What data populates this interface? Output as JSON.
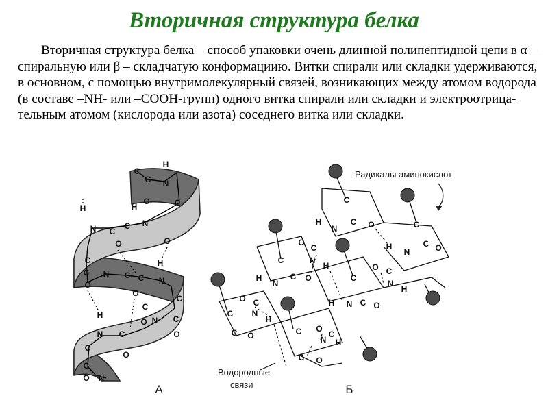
{
  "slide": {
    "title": "Вторичная структура белка",
    "paragraph": "Вторичная структура белка – способ упаковки очень длинной полипептидной цепи в α – спиральную или β – складчатую конформациию. Витки спирали или складки удерживаются, в основном, с помощью внутримолекулярный связей, возникающих между атомом водорода (в составе –NH- или –COOH-групп) одного витка спирали или складки и электроотрица-тельным атомом (кислорода или азота) соседнего витка или складки."
  },
  "figure": {
    "panel_a_label": "А",
    "panel_b_label": "Б",
    "radicals_label": "Радикалы аминокислот",
    "hbond_label_line1": "Водородные",
    "hbond_label_line2": "связи",
    "atoms": {
      "c": "C",
      "n": "N",
      "o": "O",
      "h": "H"
    }
  },
  "colors": {
    "title": "#1f7a1f",
    "ribbon_dark": "#6e6e6e",
    "ribbon_light": "#c8c8c8",
    "radical_ball": "#4a4a4a"
  }
}
